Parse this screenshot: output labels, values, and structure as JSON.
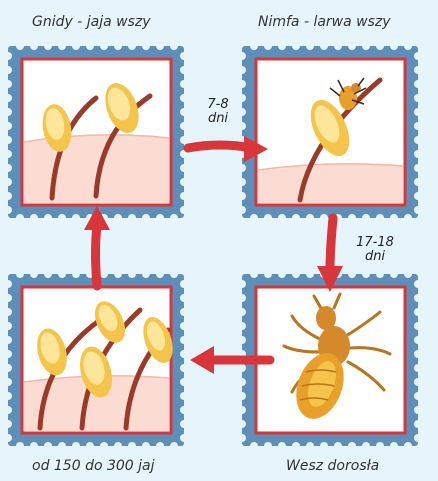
{
  "stages": {
    "eggs": {
      "title": "Gnidy - jaja wszy"
    },
    "nymph": {
      "title": "Nimfa - larwa wszy"
    },
    "adult": {
      "title": "Wesz dorosła"
    },
    "laying": {
      "title": "od 150 do 300 jaj"
    }
  },
  "arrows": {
    "eggs_to_nymph": {
      "line1": "7-8",
      "line2": "dni"
    },
    "nymph_to_adult": {
      "line1": "17-18",
      "line2": "dni"
    }
  },
  "colors": {
    "background": "#e6f5fb",
    "stamp_blue": "#5d8fb8",
    "frame_red": "#d8363a",
    "skin": "#fbdcd2",
    "hair": "#9a3b2a",
    "egg": "#f4c54a",
    "louse": "#d48a2a"
  }
}
